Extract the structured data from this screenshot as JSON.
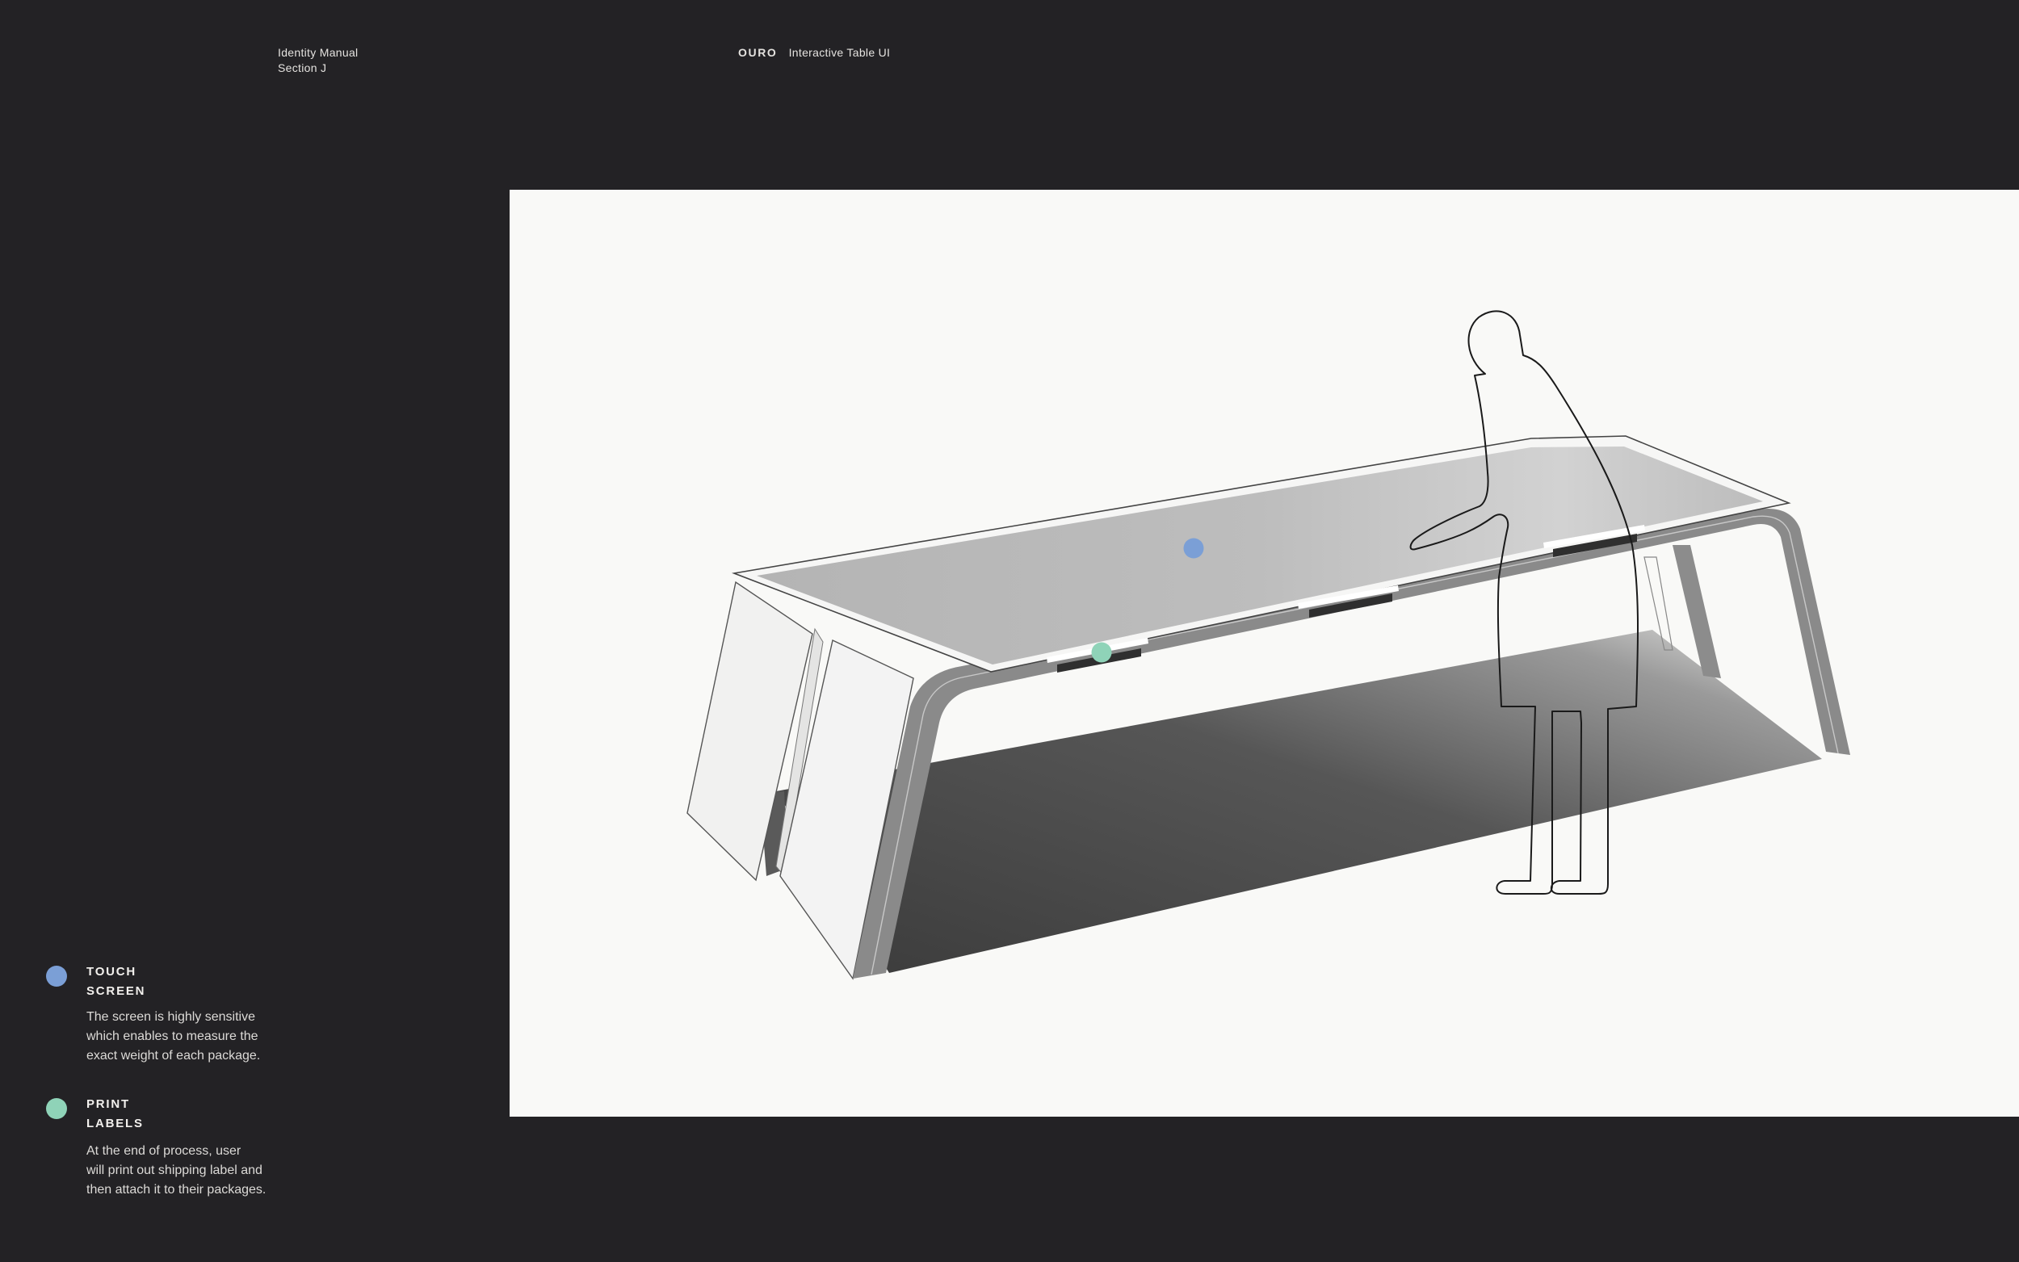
{
  "header": {
    "manual_title": "Identity Manual",
    "section": "Section J",
    "brand": "OURO",
    "subtitle": "Interactive Table UI"
  },
  "legend": [
    {
      "title_line1": "TOUCH",
      "title_line2": "SCREEN",
      "desc_lines": [
        "The screen is highly sensitive",
        "which enables to measure the",
        "exact weight of each package."
      ],
      "color": "#7b9fd6"
    },
    {
      "title_line1": "PRINT",
      "title_line2": "LABELS",
      "desc_lines": [
        "At the end of process, user",
        "will print out shipping label and",
        "then attach it to their packages."
      ],
      "color": "#8fd3b8"
    }
  ],
  "colors": {
    "background": "#232225",
    "panel": "#f9f9f7",
    "touch_marker": "#7b9fd6",
    "print_marker": "#8fd3b8"
  },
  "illustration": {
    "subject": "interactive-table-with-user-outline",
    "markers": [
      "touch-screen-marker",
      "print-label-marker"
    ]
  }
}
